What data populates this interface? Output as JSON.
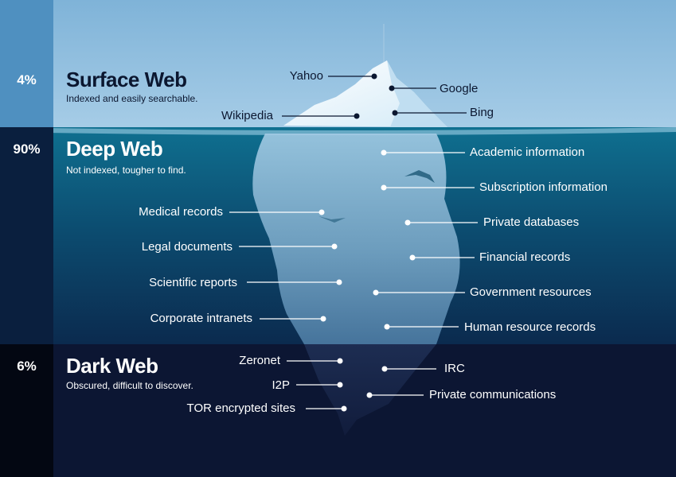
{
  "layers": [
    {
      "id": "surface",
      "percent": "4%",
      "title": "Surface Web",
      "subtitle": "Indexed and easily searchable."
    },
    {
      "id": "deep",
      "percent": "90%",
      "title": "Deep Web",
      "subtitle": "Not indexed, tougher to find."
    },
    {
      "id": "dark",
      "percent": "6%",
      "title": "Dark Web",
      "subtitle": "Obscured, difficult to discover."
    }
  ],
  "labels": {
    "yahoo": "Yahoo",
    "google": "Google",
    "bing": "Bing",
    "wikipedia": "Wikipedia",
    "academic": "Academic information",
    "subscription": "Subscription information",
    "private_db": "Private databases",
    "financial": "Financial records",
    "government": "Government resources",
    "human_resource": "Human resource records",
    "medical": "Medical records",
    "legal": "Legal documents",
    "scientific": "Scientific reports",
    "corporate": "Corporate intranets",
    "zeronet": "Zeronet",
    "i2p": "I2P",
    "tor": "TOR encrypted sites",
    "irc": "IRC",
    "private_comm": "Private communications"
  },
  "colors": {
    "sky": "#7fb3d8",
    "deep_top": "#0e6e8e",
    "deep_bottom": "#0b2a4e",
    "dark": "#0c1633",
    "side_surface": "#4f90c0",
    "side_deep": "#0a1f3e",
    "side_dark": "#030712",
    "ice": "#eaf6fd",
    "iceberg_underwater": "#8cb8d6"
  }
}
